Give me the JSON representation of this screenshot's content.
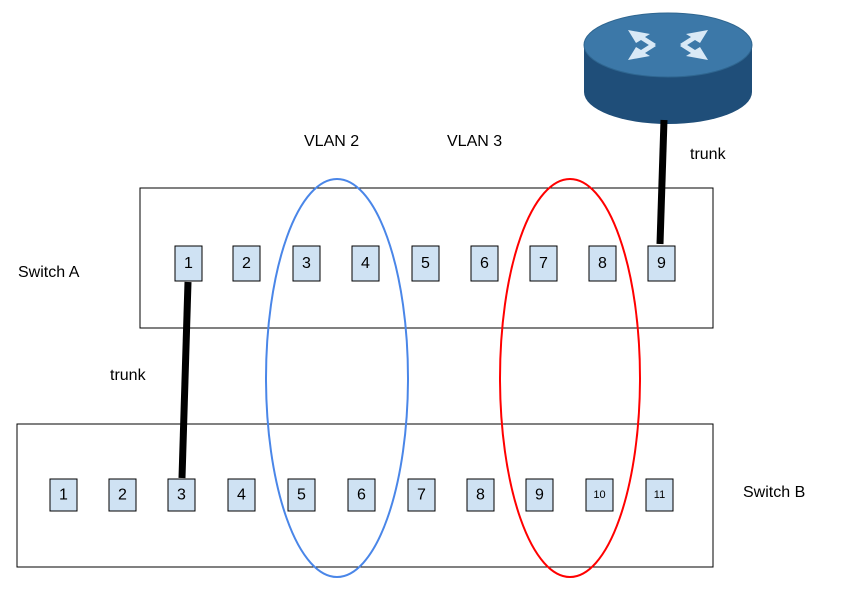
{
  "labels": {
    "vlan2": "VLAN 2",
    "vlan3": "VLAN 3",
    "trunk_router": "trunk",
    "trunk_switch": "trunk",
    "switch_a": "Switch A",
    "switch_b": "Switch B"
  },
  "switch_a": {
    "ports": [
      "1",
      "2",
      "3",
      "4",
      "5",
      "6",
      "7",
      "8",
      "9"
    ]
  },
  "switch_b": {
    "ports": [
      "1",
      "2",
      "3",
      "4",
      "5",
      "6",
      "7",
      "8",
      "9",
      "10",
      "11"
    ]
  },
  "colors": {
    "vlan2": "#4a86e8",
    "vlan3": "#ff0000",
    "port_fill": "#cfe2f3",
    "router_top": "#3c78a8",
    "router_side": "#1f4e79"
  },
  "icons": {
    "router": "router-icon"
  }
}
